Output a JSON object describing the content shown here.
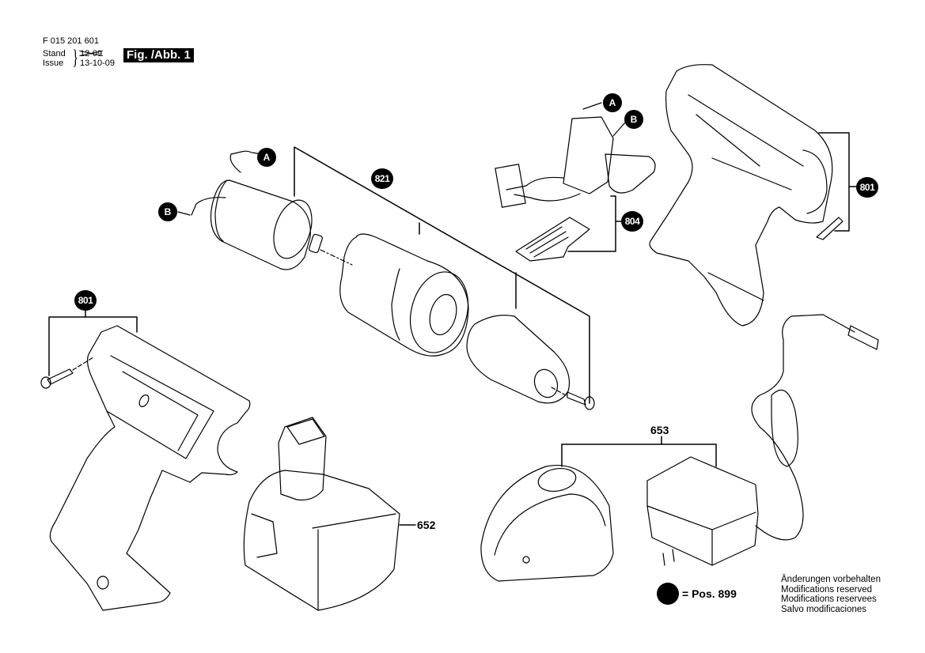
{
  "header": {
    "document_number": "F 015 201 601",
    "stand_label": "Stand",
    "issue_label": "Issue",
    "stand_date_struck": "12-09",
    "issue_date": "13-10-09",
    "figure_label": "Fig. /Abb. 1"
  },
  "connectors": {
    "a": "A",
    "b": "B"
  },
  "callouts": {
    "motor_gear_chuck_assembly": "821",
    "switch_assembly": "804",
    "housing_right": "801",
    "housing_left": "801",
    "battery": "652",
    "charger_set": "653"
  },
  "legend": {
    "symbol_meaning": "= Pos. 899"
  },
  "notes": [
    "Änderungen vorbehalten",
    "Modifications reserved",
    "Modifications reservees",
    "Salvo modificaciones"
  ]
}
